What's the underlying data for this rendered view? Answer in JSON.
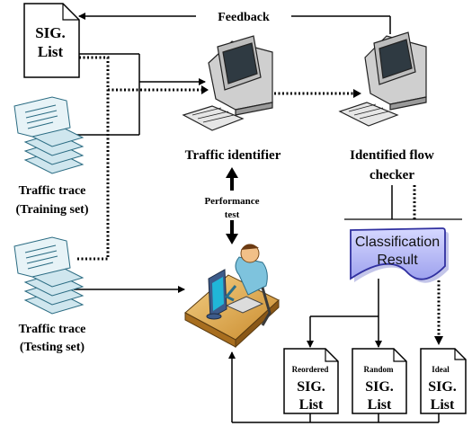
{
  "feedback": "Feedback",
  "sig_list": {
    "line1": "SIG.",
    "line2": "List"
  },
  "training_trace": {
    "line1": "Traffic trace",
    "line2": "(Training set)"
  },
  "testing_trace": {
    "line1": "Traffic trace",
    "line2": "(Testing set)"
  },
  "traffic_identifier": "Traffic identifier",
  "flow_checker": {
    "line1": "Identified flow",
    "line2": "checker"
  },
  "performance_test": {
    "line1": "Performance",
    "line2": "test"
  },
  "classification_result": {
    "line1": "Classification",
    "line2": "Result"
  },
  "output_lists": [
    {
      "tag": "Reordered",
      "line1": "SIG.",
      "line2": "List"
    },
    {
      "tag": "Random",
      "line1": "SIG.",
      "line2": "List"
    },
    {
      "tag": "Ideal",
      "line1": "SIG.",
      "line2": "List"
    }
  ],
  "colors": {
    "result_fill": "#b7b9f3",
    "result_stroke": "#3030a0",
    "trace_fill": "#cfe6ee",
    "desk": "#e3b35a"
  }
}
